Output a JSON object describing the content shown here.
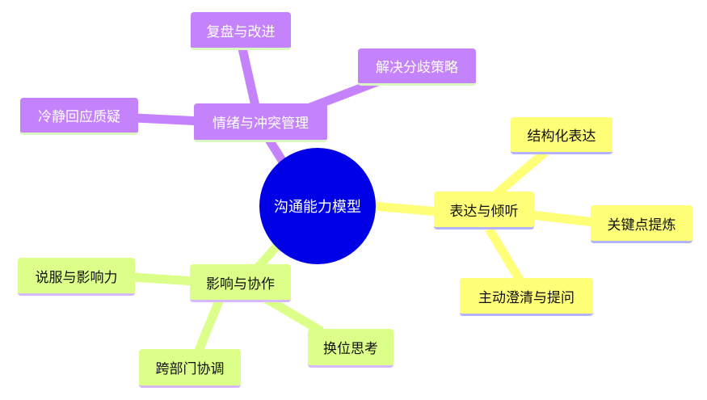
{
  "root": {
    "label": "沟通能力模型"
  },
  "branches": {
    "emotion": {
      "label": "情绪与冲突管理",
      "color": "#c583fb",
      "children": [
        "复盘与改进",
        "解决分歧策略",
        "冷静回应质疑"
      ]
    },
    "expression": {
      "label": "表达与倾听",
      "color": "#ffff78",
      "children": [
        "结构化表达",
        "关键点提炼",
        "主动澄清与提问"
      ]
    },
    "influence": {
      "label": "影响与协作",
      "color": "#dcff8a",
      "children": [
        "说服与影响力",
        "换位思考",
        "跨部门协调"
      ]
    }
  }
}
